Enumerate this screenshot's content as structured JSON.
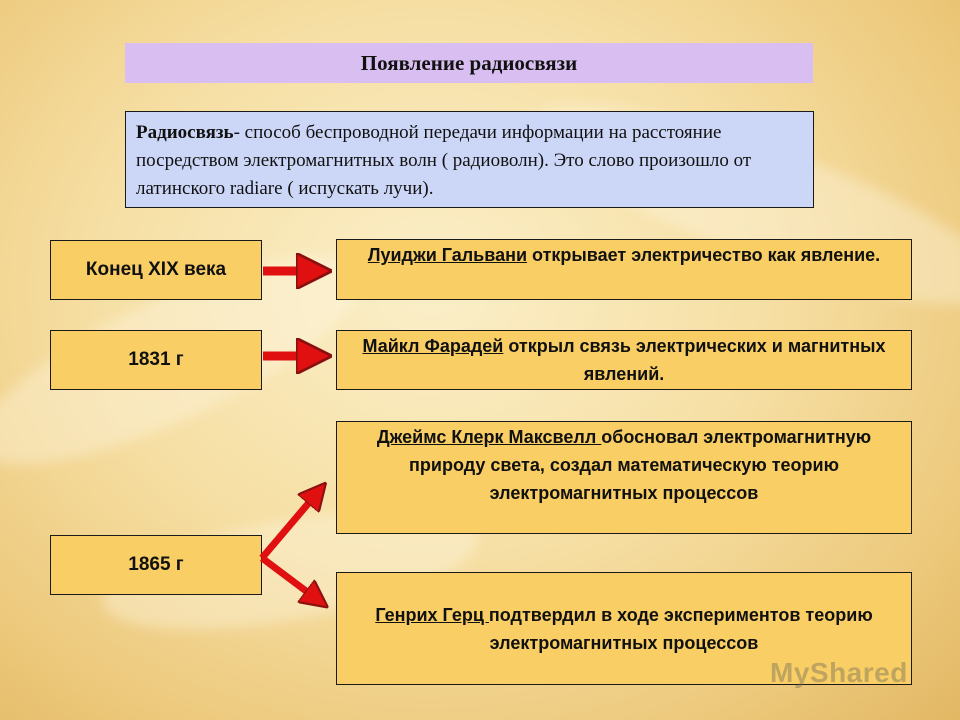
{
  "title": "Появление радиосвязи",
  "definition": {
    "term": "Радиосвязь",
    "text": "- способ беспроводной передачи информации на расстояние посредством электромагнитных волн ( радиоволн). Это слово произошло от латинского radiare ( испускать лучи)."
  },
  "timeline": [
    {
      "date": "Конец XIX века",
      "events": [
        {
          "name": "Луиджи Гальвани",
          "text": " открывает электричество как явление."
        }
      ]
    },
    {
      "date": "1831 г",
      "events": [
        {
          "name": "Майкл Фарадей",
          "text": " открыл связь электрических и магнитных явлений."
        }
      ]
    },
    {
      "date": "1865 г",
      "events": [
        {
          "name": "Джеймс Клерк Максвелл ",
          "text": "обосновал электромагнитную природу света, создал математическую теорию электромагнитных процессов"
        },
        {
          "name": "Генрих Герц ",
          "text": "подтвердил в ходе экспериментов теорию электромагнитных процессов"
        }
      ]
    }
  ],
  "watermark": "MyShared",
  "colors": {
    "title_bg": "#d9bff1",
    "definition_bg": "#ccd6f6",
    "box_bg": "#f9cf65",
    "arrow": "#e01010"
  }
}
